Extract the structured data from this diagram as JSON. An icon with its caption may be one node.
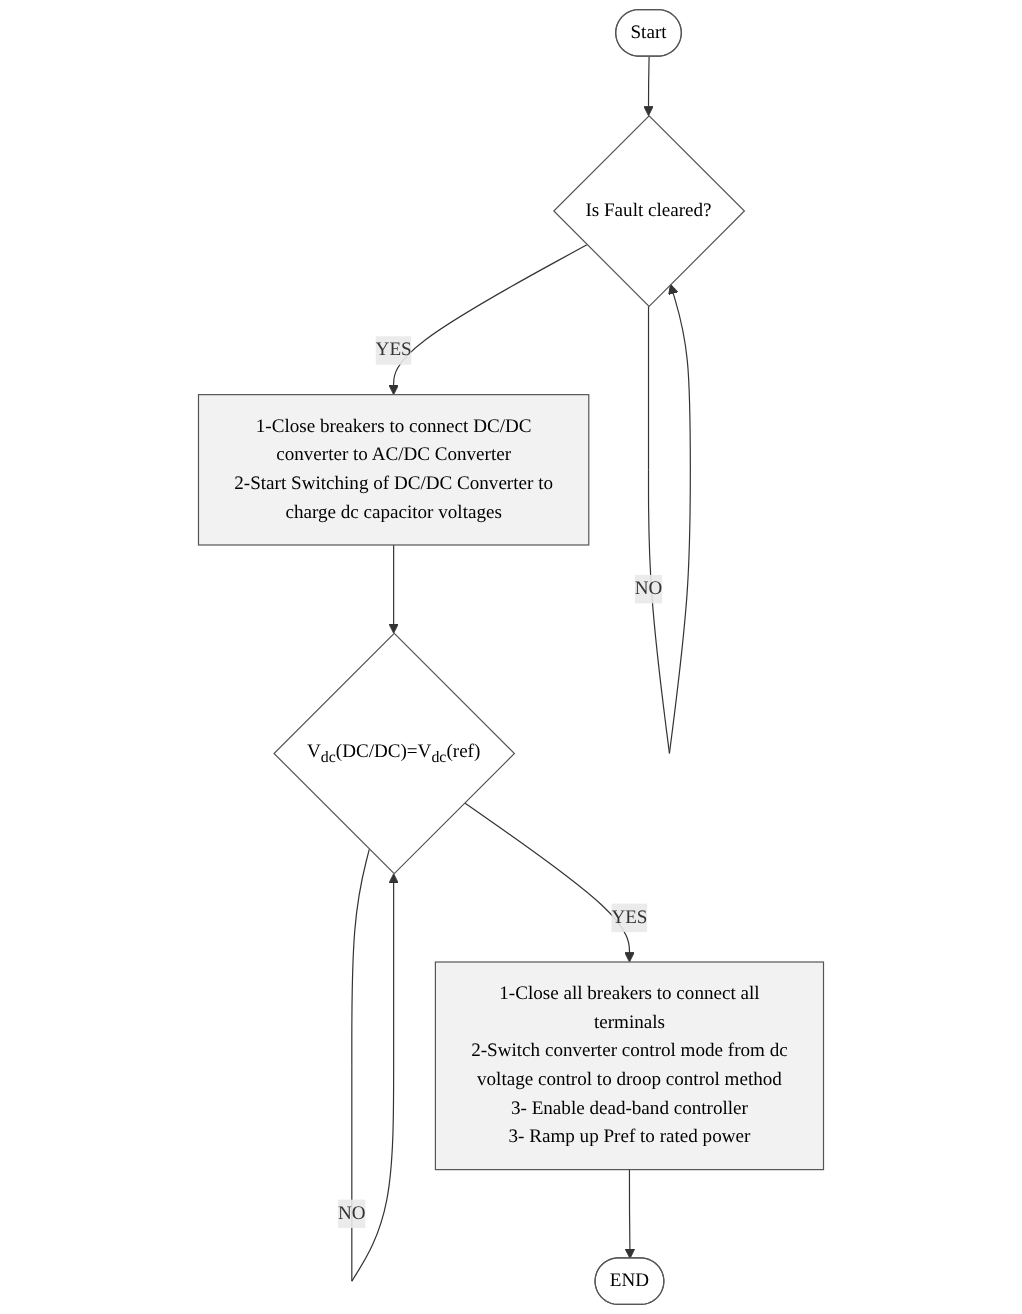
{
  "diagram": {
    "nodes": [
      {
        "text": [
          "Start"
        ]
      },
      {
        "text": [
          "Is Fault cleared?"
        ]
      },
      {
        "text": [
          "1-Close breakers to connect DC/DC converter to AC/DC Converter",
          "2-Start Switching of DC/DC Converter to charge dc capacitor voltages"
        ]
      },
      {
        "text": [
          "V$_{dc}$(DC/DC)=V$_{dc}$(ref)"
        ]
      },
      {
        "text": [
          "1-Close all breakers to connect all terminals",
          "2-Switch converter control mode from dc voltage control to droop control method",
          "3- Enable dead-band controller",
          "3- Ramp up Pref to rated power"
        ]
      },
      {
        "text": [
          "END"
        ]
      }
    ],
    "edges": [
      {
        "from": 0,
        "to": 1,
        "arrow": "to"
      },
      {
        "from": 1,
        "to": 1,
        "arrow": "to",
        "label": "NO"
      },
      {
        "from": 1,
        "to": 2,
        "arrow": "to",
        "label": "YES"
      },
      {
        "from": 2,
        "to": 3,
        "arrow": "to"
      },
      {
        "from": 3,
        "to": 3,
        "arrow": "to",
        "label": "NO"
      },
      {
        "from": 3,
        "to": 4,
        "arrow": "to",
        "label": "YES"
      },
      {
        "from": 4,
        "to": 5,
        "arrow": "to"
      }
    ]
  }
}
